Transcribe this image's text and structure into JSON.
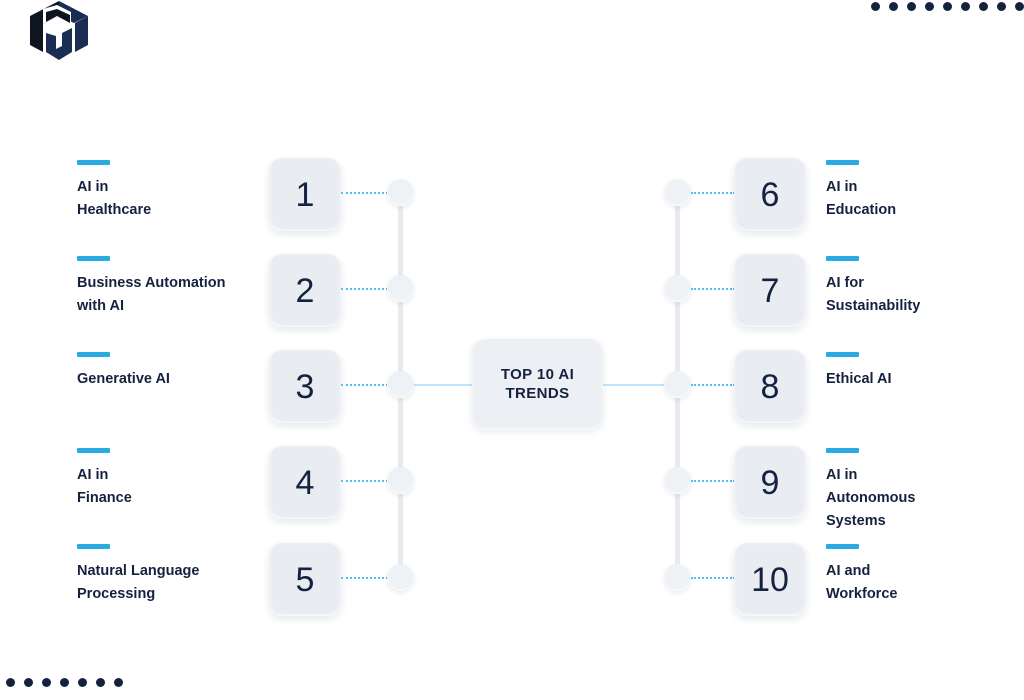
{
  "branding": {
    "logo_icon": "isometric-cube-logo",
    "logo_colors": {
      "dark": "#0e1420",
      "navy": "#1b2d52"
    }
  },
  "decor": {
    "dots_top_right_count": 9,
    "dots_bottom_left_count": 7,
    "dot_color": "#15223f"
  },
  "theme": {
    "accent": "#29abe2",
    "connector_dotted": "#4fc0f0",
    "connector_solid": "#bfe6fa",
    "tile_bg": "#e9edf2",
    "rail": "#e7ebf0",
    "text_dark": "#15223f",
    "page_bg": "#ffffff"
  },
  "hub": {
    "title": "TOP 10 AI TRENDS"
  },
  "items_left": [
    {
      "number": "1",
      "label": "AI in\nHealthcare"
    },
    {
      "number": "2",
      "label": "Business Automation\nwith AI"
    },
    {
      "number": "3",
      "label": "Generative AI"
    },
    {
      "number": "4",
      "label": "AI in\nFinance"
    },
    {
      "number": "5",
      "label": "Natural Language\nProcessing"
    }
  ],
  "items_right": [
    {
      "number": "6",
      "label": "AI in\nEducation"
    },
    {
      "number": "7",
      "label": "AI for\nSustainability"
    },
    {
      "number": "8",
      "label": "Ethical AI"
    },
    {
      "number": "9",
      "label": "AI in\nAutonomous\nSystems"
    },
    {
      "number": "10",
      "label": "AI and\nWorkforce"
    }
  ]
}
